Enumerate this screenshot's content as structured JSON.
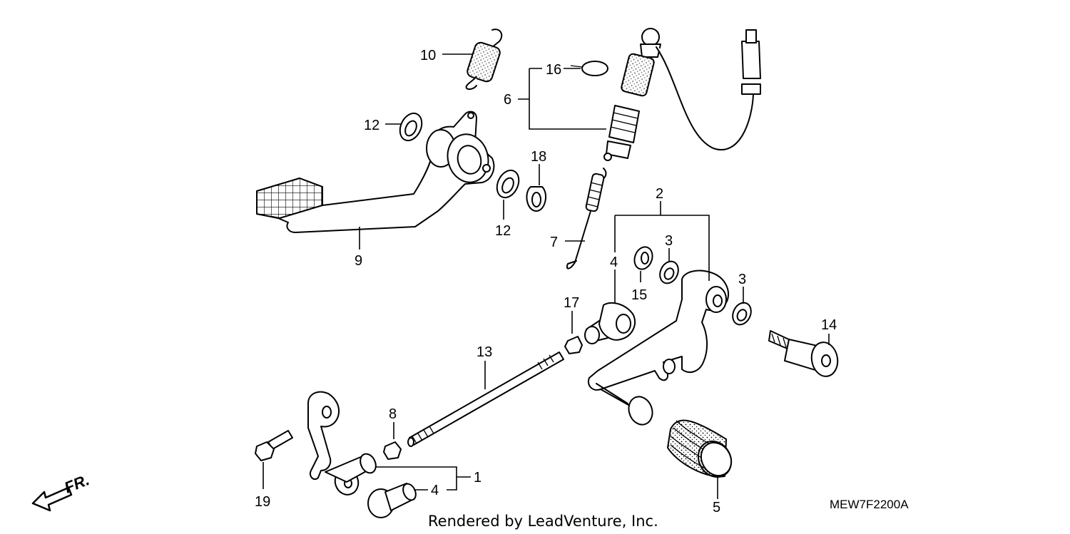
{
  "diagram": {
    "code": "MEW7F2200A",
    "credit": "Rendered by LeadVenture, Inc.",
    "direction_label": "FR.",
    "callouts": {
      "c1": "1",
      "c2": "2",
      "c3a": "3",
      "c3b": "3",
      "c4a": "4",
      "c4b": "4",
      "c5": "5",
      "c6": "6",
      "c7": "7",
      "c8": "8",
      "c9": "9",
      "c10": "10",
      "c12a": "12",
      "c12b": "12",
      "c13": "13",
      "c14": "14",
      "c15": "15",
      "c16": "16",
      "c17": "17",
      "c18": "18",
      "c19": "19"
    }
  }
}
